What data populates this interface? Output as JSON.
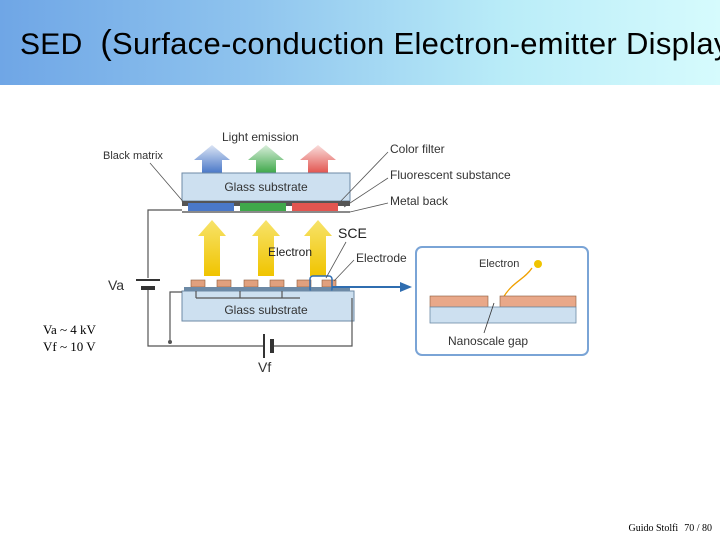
{
  "header": {
    "title_main": "SED",
    "title_paren_open": "(",
    "title_sub": "Surface-conduction Electron-emitter Display",
    "title_paren_close": ")"
  },
  "diagram": {
    "labels": {
      "light_emission": "Light emission",
      "black_matrix": "Black matrix",
      "color_filter": "Color filter",
      "fluorescent": "Fluorescent substance",
      "metal_back": "Metal back",
      "glass_top": "Glass substrate",
      "glass_bottom": "Glass substrate",
      "electron": "Electron",
      "sce": "SCE",
      "electrode": "Electrode",
      "va": "Va",
      "vf": "Vf",
      "inset_electron": "Electron",
      "nanoscale_gap": "Nanoscale gap"
    },
    "colors": {
      "blue": "#4a78c8",
      "green": "#3fa84a",
      "red": "#e25550",
      "yellow": "#f3d21a",
      "electrode": "#e0a07e",
      "glass": "#cde0f0",
      "arrow": "#2f6db0"
    }
  },
  "notes": {
    "va": "Va ~ 4 kV",
    "vf": "Vf ~ 10 V"
  },
  "footer": {
    "author": "Guido Stolfi",
    "page": "70 / 80"
  }
}
